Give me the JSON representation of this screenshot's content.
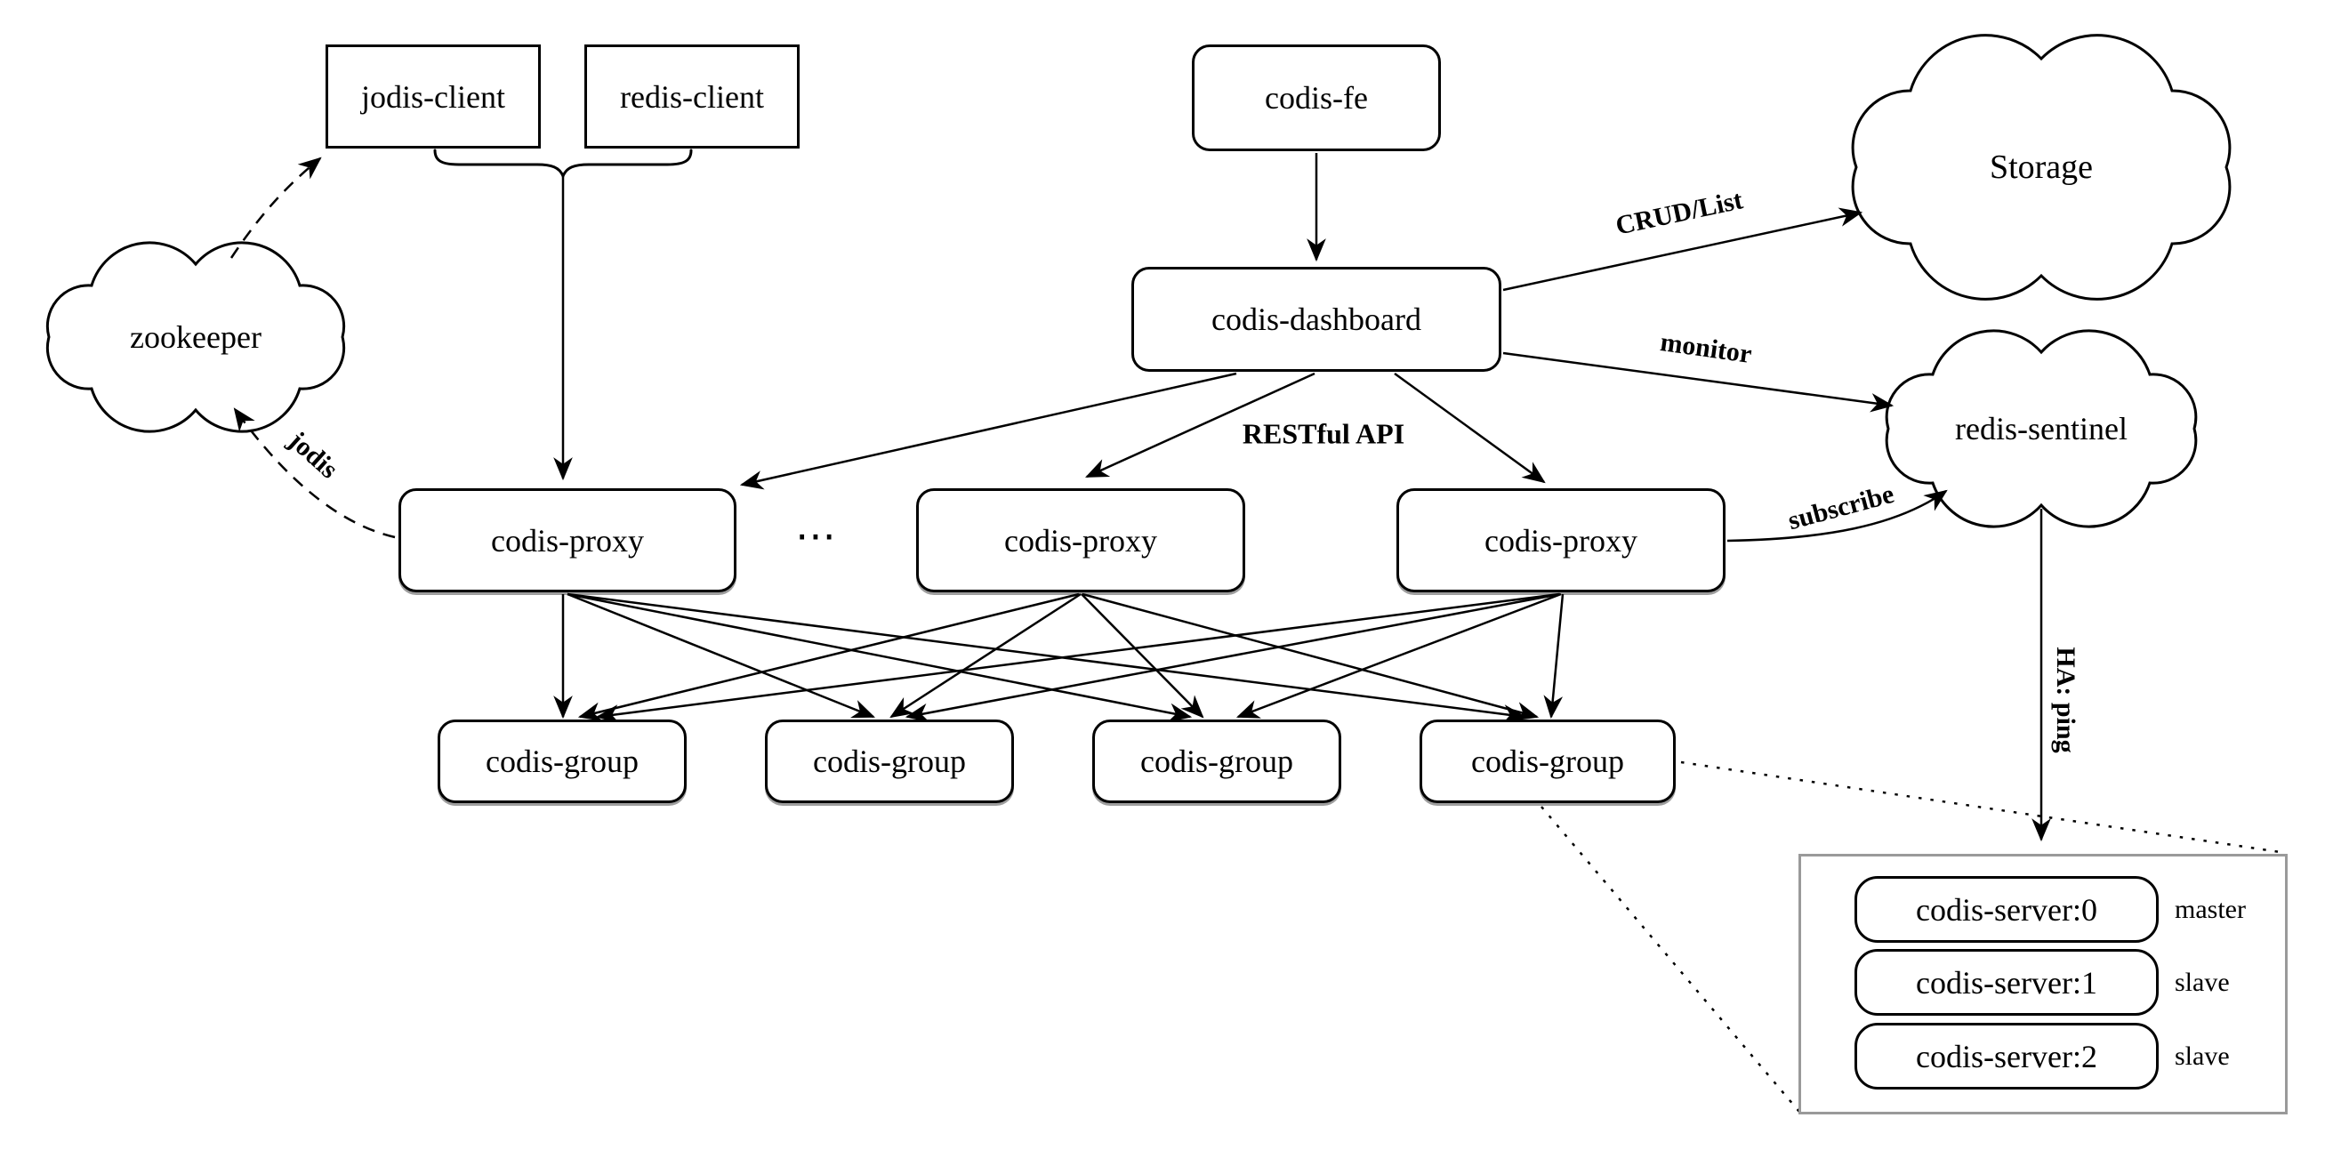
{
  "nodes": {
    "jodis_client": "jodis-client",
    "redis_client": "redis-client",
    "codis_fe": "codis-fe",
    "codis_dashboard": "codis-dashboard",
    "zookeeper": "zookeeper",
    "storage": "Storage",
    "redis_sentinel": "redis-sentinel",
    "codis_proxy": "codis-proxy",
    "codis_group": "codis-group",
    "ellipsis": "⋯"
  },
  "edge_labels": {
    "restful_api": "RESTful API",
    "crud_list": "CRUD/List",
    "monitor": "monitor",
    "subscribe": "subscribe",
    "jodis": "jodis",
    "ha_ping": "HA: ping"
  },
  "server_group": {
    "servers": [
      {
        "name": "codis-server:0",
        "role": "master"
      },
      {
        "name": "codis-server:1",
        "role": "slave"
      },
      {
        "name": "codis-server:2",
        "role": "slave"
      }
    ]
  },
  "colors": {
    "line": "#000000",
    "container_border": "#9a9a9a",
    "background": "#ffffff"
  }
}
